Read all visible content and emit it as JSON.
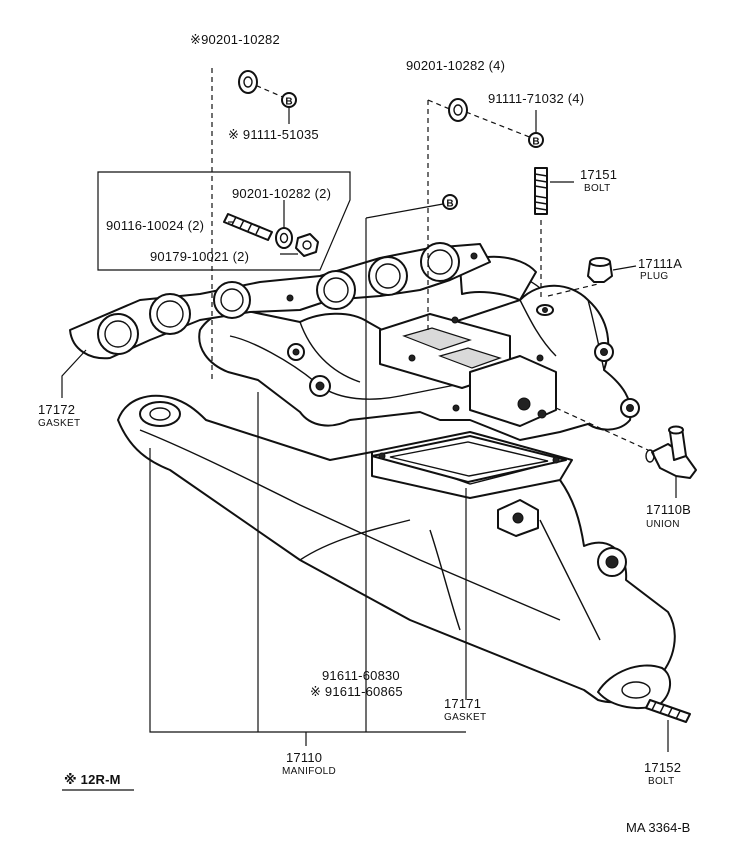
{
  "labels": {
    "p_90201_top": "※90201-10282",
    "p_91111_51035": "※ 91111-51035",
    "p_90201_4": "90201-10282 (4)",
    "p_91111_71032": "91111-71032 (4)",
    "p_90201_2": "90201-10282 (2)",
    "p_90116": "90116-10024 (2)",
    "p_90179": "90179-10021 (2)",
    "p_17151": "17151",
    "n_17151": "BOLT",
    "p_17111a": "17111A",
    "n_17111a": "PLUG",
    "p_17172": "17172",
    "n_17172": "GASKET",
    "p_17110b": "17110B",
    "n_17110b": "UNION",
    "p_91611_60830": "91611-60830",
    "p_91611_60865": "※ 91611-60865",
    "p_17171": "17171",
    "n_17171": "GASKET",
    "p_17110": "17110",
    "n_17110": "MANIFOLD",
    "p_17152": "17152",
    "n_17152": "BOLT",
    "note": "※ 12R-M",
    "ref_code": "MA 3364-B",
    "b_marker": "B"
  }
}
